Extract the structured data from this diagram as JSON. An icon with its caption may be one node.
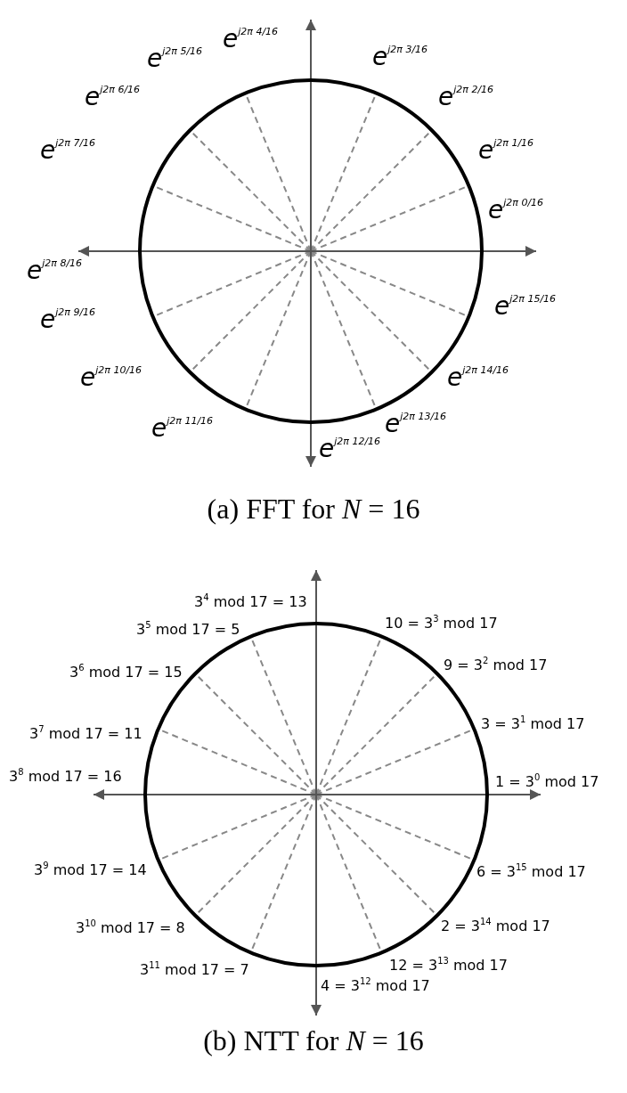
{
  "diagram": {
    "labels": [
      "e$^{j2π 0/16}$",
      "e$^{j2π 1/16}$",
      "e$^{j2π 2/16}$",
      "e$^{j2π 3/16}$",
      "e$^{j2π 4/16}$",
      "e$^{j2π 5/16}$",
      "e$^{j2π 6/16}$",
      "e$^{j2π 7/16}$",
      "e$^{j2π 8/16}$",
      "e$^{j2π 9/16}$",
      "e$^{j2π 10/16}$",
      "e$^{j2π 11/16}$",
      "e$^{j2π 12/16}$",
      "e$^{j2π 13/16}$",
      "e$^{j2π 14/16}$",
      "e$^{j2π 15/16}$",
      "(a) FFT for *N* = 16",
      "1 = 3$^{0}$ mod 17",
      "3 = 3$^{1}$ mod 17",
      "9 = 3$^{2}$ mod 17",
      "10 = 3$^{3}$ mod 17",
      "3$^{4}$ mod 17 = 13",
      "3$^{5}$ mod 17 = 5",
      "3$^{6}$ mod 17 = 15",
      "3$^{7}$ mod 17 = 11",
      "3$^{8}$ mod 17 = 16",
      "3$^{9}$ mod 17 = 14",
      "3$^{10}$ mod 17 = 8",
      "3$^{11}$ mod 17 = 7",
      "4 = 3$^{12}$ mod 17",
      "12 = 3$^{13}$ mod 17",
      "2 = 3$^{14}$ mod 17",
      "6 = 3$^{15}$ mod 17",
      "(b) NTT for *N* = 16"
    ]
  }
}
